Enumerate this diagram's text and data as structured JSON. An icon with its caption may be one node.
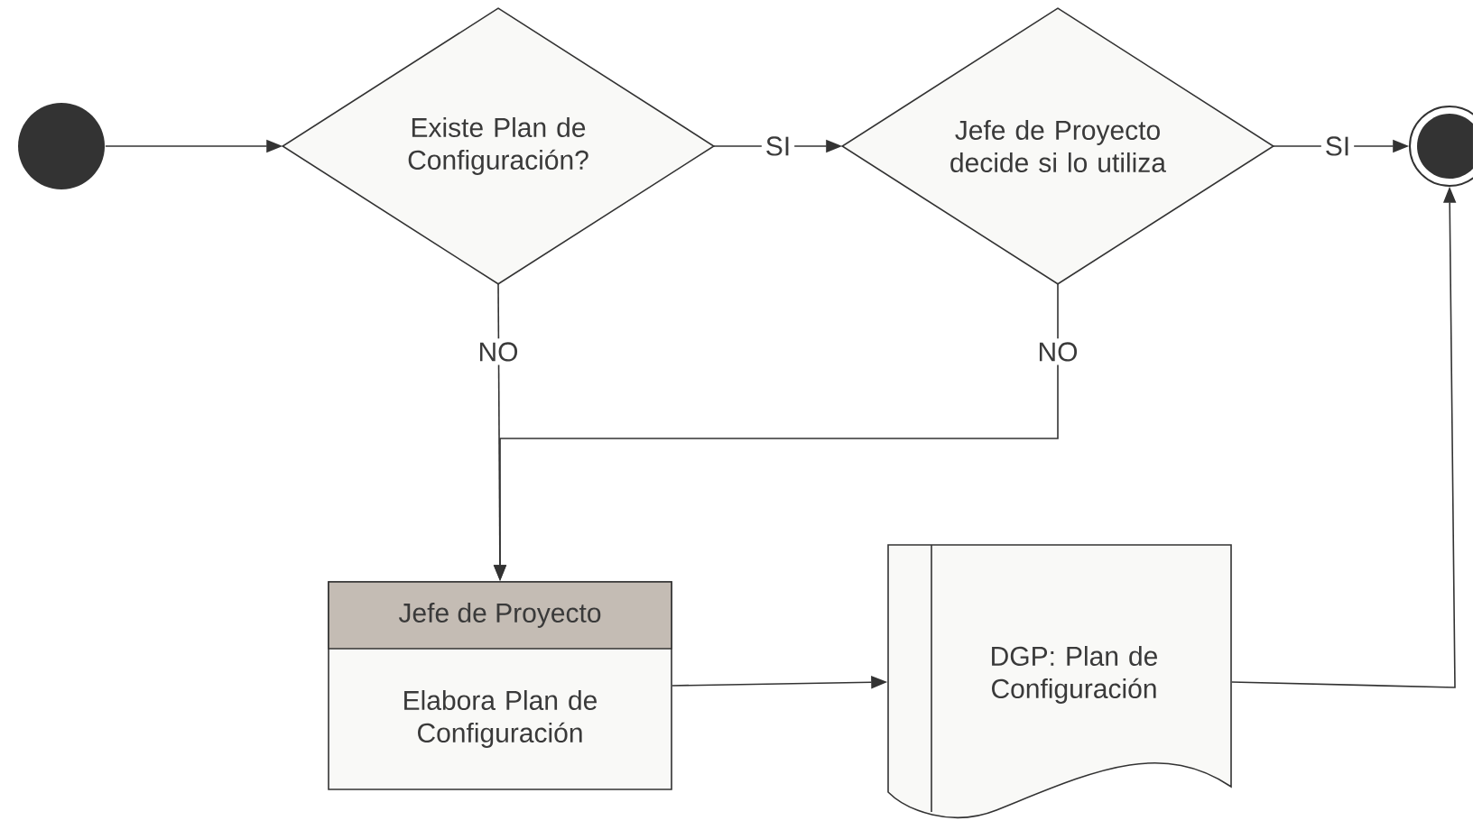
{
  "diagram": {
    "nodes": [
      {
        "text": [],
        "shape": "circle"
      },
      {
        "text": [
          "Existe Plan de Configuración?"
        ]
      },
      {
        "text": [
          "Jefe de Proyecto decide si lo utiliza"
        ]
      },
      {
        "text": [],
        "shape": "circle"
      },
      {
        "text": [
          "Jefe de Proyecto",
          "Elabora Plan de Configuración"
        ]
      },
      {
        "text": [
          "DGP: Plan de Configuración"
        ]
      }
    ],
    "edges": [
      {
        "from": 0,
        "to": 1,
        "arrow": "to"
      },
      {
        "from": 1,
        "to": 2,
        "arrow": "to",
        "label": "SI"
      },
      {
        "from": 2,
        "to": 3,
        "arrow": "to",
        "label": "SI"
      },
      {
        "from": 1,
        "to": 4,
        "arrow": "to",
        "label": "NO"
      },
      {
        "from": 2,
        "to": 4,
        "arrow": "to",
        "label": "NO"
      },
      {
        "from": 4,
        "to": 5,
        "arrow": "to"
      },
      {
        "from": 5,
        "to": 3,
        "arrow": "to"
      }
    ]
  }
}
